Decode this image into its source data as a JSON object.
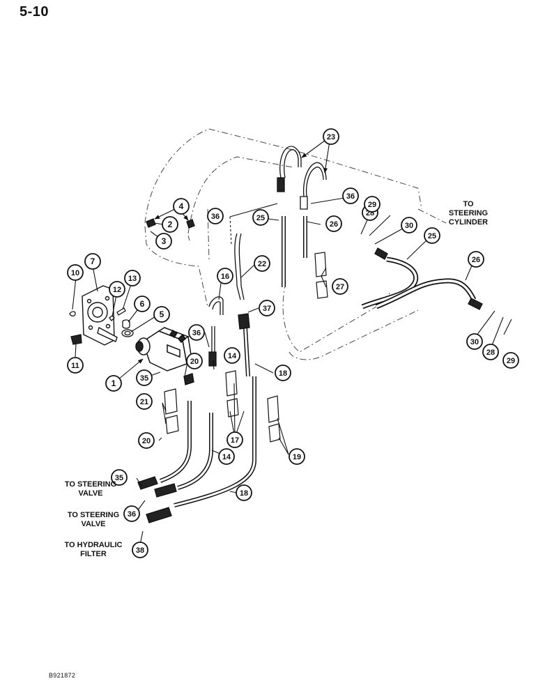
{
  "page": {
    "number": "5-10",
    "figure_code": "B921872"
  },
  "destinations": [
    {
      "id": "steering-cylinder",
      "text": "TO\nSTEERING\nCYLINDER"
    },
    {
      "id": "steering-valve-1",
      "text": "TO STEERING\nVALVE"
    },
    {
      "id": "steering-valve-2",
      "text": "TO STEERING\nVALVE"
    },
    {
      "id": "hydraulic-filter",
      "text": "TO HYDRAULIC\nFILTER"
    }
  ],
  "callouts": [
    {
      "label": "1"
    },
    {
      "label": "2"
    },
    {
      "label": "3"
    },
    {
      "label": "4"
    },
    {
      "label": "5"
    },
    {
      "label": "6"
    },
    {
      "label": "7"
    },
    {
      "label": "10"
    },
    {
      "label": "11"
    },
    {
      "label": "12"
    },
    {
      "label": "13"
    },
    {
      "label": "14"
    },
    {
      "label": "14"
    },
    {
      "label": "16"
    },
    {
      "label": "17"
    },
    {
      "label": "18"
    },
    {
      "label": "18"
    },
    {
      "label": "19"
    },
    {
      "label": "20"
    },
    {
      "label": "20"
    },
    {
      "label": "21"
    },
    {
      "label": "22"
    },
    {
      "label": "23"
    },
    {
      "label": "25"
    },
    {
      "label": "25"
    },
    {
      "label": "26"
    },
    {
      "label": "26"
    },
    {
      "label": "27"
    },
    {
      "label": "28"
    },
    {
      "label": "28"
    },
    {
      "label": "29"
    },
    {
      "label": "29"
    },
    {
      "label": "30"
    },
    {
      "label": "30"
    },
    {
      "label": "35"
    },
    {
      "label": "35"
    },
    {
      "label": "36"
    },
    {
      "label": "36"
    },
    {
      "label": "36"
    },
    {
      "label": "36"
    },
    {
      "label": "37"
    },
    {
      "label": "38"
    }
  ]
}
